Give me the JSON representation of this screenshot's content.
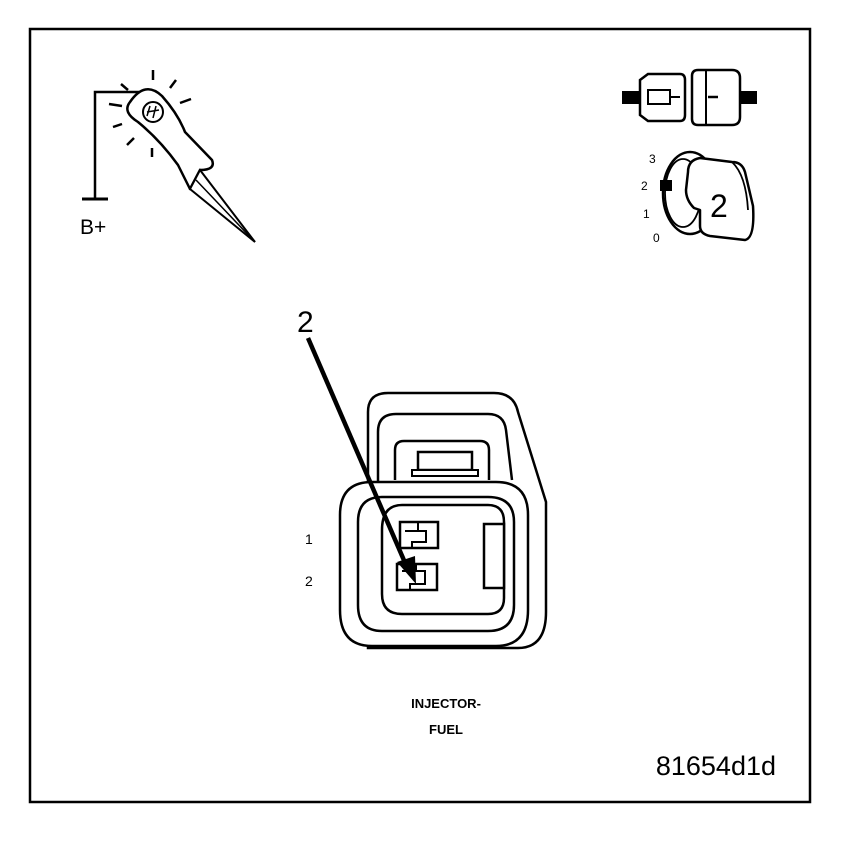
{
  "test_light": {
    "supply_label": "B+"
  },
  "ignition_key": {
    "positions": [
      "3",
      "2",
      "1",
      "0"
    ],
    "selected": "2"
  },
  "connector": {
    "callout": "2",
    "pin_labels": [
      "1",
      "2"
    ],
    "name_line1": "INJECTOR-",
    "name_line2": "FUEL"
  },
  "figure_id": "81654d1d",
  "colors": {
    "ink": "#000000",
    "paper": "#ffffff"
  }
}
